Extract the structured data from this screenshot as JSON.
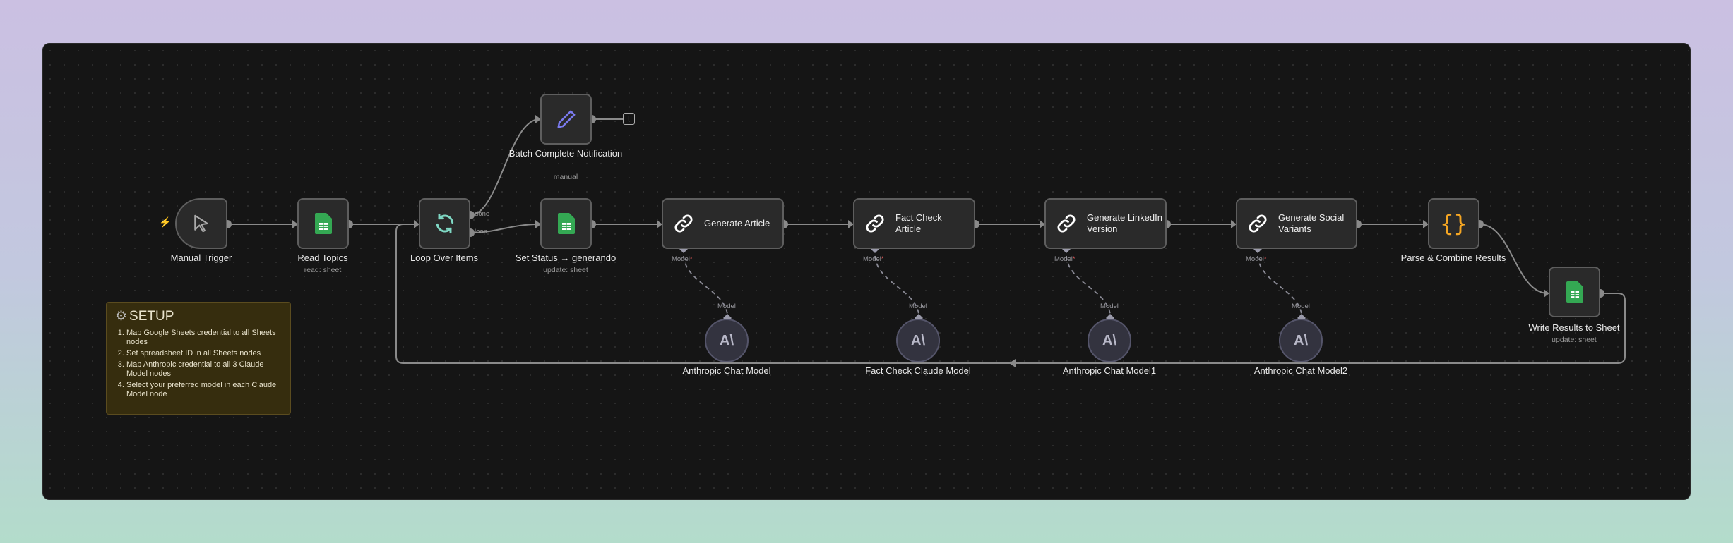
{
  "nodes": {
    "manual_trigger": {
      "label": "Manual Trigger",
      "icon": "cursor-icon"
    },
    "read_topics": {
      "label": "Read Topics",
      "sub": "read: sheet",
      "icon": "google-sheets-icon"
    },
    "loop": {
      "label": "Loop Over Items",
      "icon": "refresh-icon",
      "out_done": "done",
      "out_loop": "loop"
    },
    "batch": {
      "label": "Batch Complete Notification",
      "sub": "manual",
      "icon": "pencil-icon"
    },
    "set_status": {
      "label": "Set Status → generando",
      "sub": "update: sheet",
      "icon": "google-sheets-icon"
    },
    "gen_article": {
      "label": "Generate Article",
      "port": "Model"
    },
    "fact_check": {
      "label": "Fact Check Article",
      "port": "Model"
    },
    "linkedin": {
      "label": "Generate LinkedIn Version",
      "port": "Model"
    },
    "social": {
      "label": "Generate Social Variants",
      "port": "Model"
    },
    "parse": {
      "label": "Parse & Combine Results",
      "icon": "braces-icon"
    },
    "write": {
      "label": "Write Results to Sheet",
      "sub": "update: sheet",
      "icon": "google-sheets-icon"
    },
    "models": [
      {
        "label": "Anthropic Chat Model",
        "port": "Model"
      },
      {
        "label": "Fact Check Claude Model",
        "port": "Model"
      },
      {
        "label": "Anthropic Chat Model1",
        "port": "Model"
      },
      {
        "label": "Anthropic Chat Model2",
        "port": "Model"
      }
    ],
    "model_logo": "A\\"
  },
  "sticky": {
    "title": "SETUP",
    "items": [
      "Map Google Sheets credential to all Sheets nodes",
      "Set spreadsheet ID in all Sheets nodes",
      "Map Anthropic credential to all 3 Claude Model nodes",
      "Select your preferred model in each Claude Model node"
    ]
  },
  "colors": {
    "sheets": "#34a853",
    "loop": "#7fd8c4",
    "pencil": "#7b7bf0",
    "braces": "#f5a623",
    "trigger_bolt": "#e0584a",
    "sticky_bg": "#362d0e"
  }
}
